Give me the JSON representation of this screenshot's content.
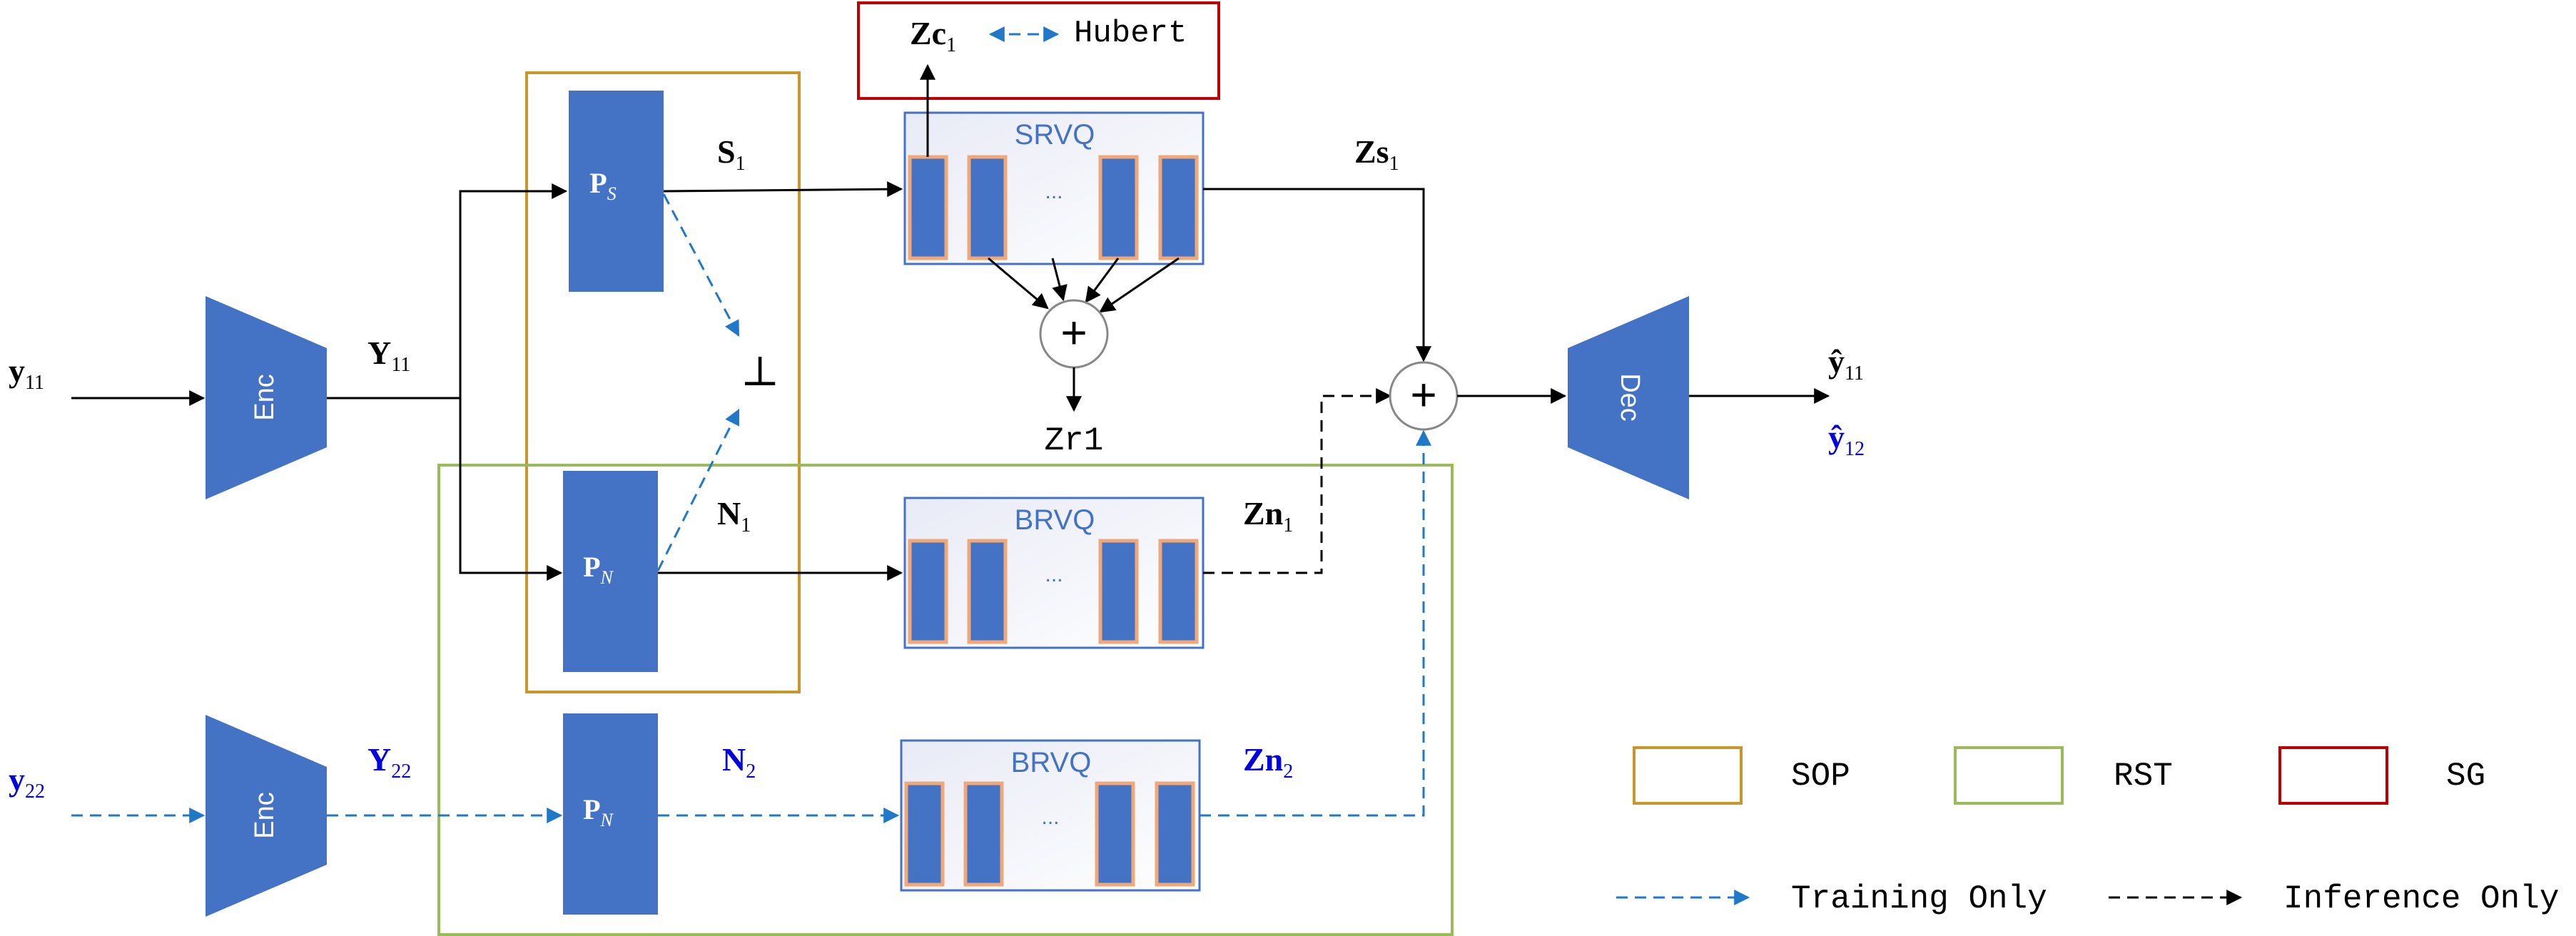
{
  "inputs": {
    "y11": {
      "base": "y",
      "sub": "11"
    },
    "y22": {
      "base": "y",
      "sub": "22"
    }
  },
  "encoders": {
    "label": "Enc"
  },
  "decoder": {
    "label": "Dec"
  },
  "features": {
    "Y11": {
      "base": "Y",
      "sub": "11"
    },
    "Y22": {
      "base": "Y",
      "sub": "22"
    }
  },
  "projections": {
    "ps": {
      "base": "P",
      "sub": "S"
    },
    "pn": {
      "base": "P",
      "sub": "N"
    }
  },
  "signals": {
    "s1": {
      "base": "S",
      "sub": "1"
    },
    "n1": {
      "base": "N",
      "sub": "1"
    },
    "n2": {
      "base": "N",
      "sub": "2"
    },
    "perp": "⊥"
  },
  "quantizers": {
    "srvq": "SRVQ",
    "brvq": "BRVQ",
    "ellipsis": "..."
  },
  "codes": {
    "zc1": {
      "base": "Zc",
      "sub": "1"
    },
    "zs1": {
      "base": "Zs",
      "sub": "1"
    },
    "zn1": {
      "base": "Zn",
      "sub": "1"
    },
    "zn2": {
      "base": "Zn",
      "sub": "2"
    },
    "zr1": "Zr1",
    "hubert": "Hubert"
  },
  "operators": {
    "plus": "+"
  },
  "outputs": {
    "yhat11": {
      "base": "ŷ",
      "sub": "11"
    },
    "yhat12": {
      "base": "ŷ",
      "sub": "12"
    }
  },
  "legend": {
    "sop": "SOP",
    "rst": "RST",
    "sg": "SG",
    "training_only": "Training Only",
    "inference_only": "Inference Only",
    "colors": {
      "sop": "#c8962a",
      "rst": "#9bbb59",
      "sg": "#c00000",
      "training": "#1f78c8",
      "inference": "#000000"
    }
  }
}
